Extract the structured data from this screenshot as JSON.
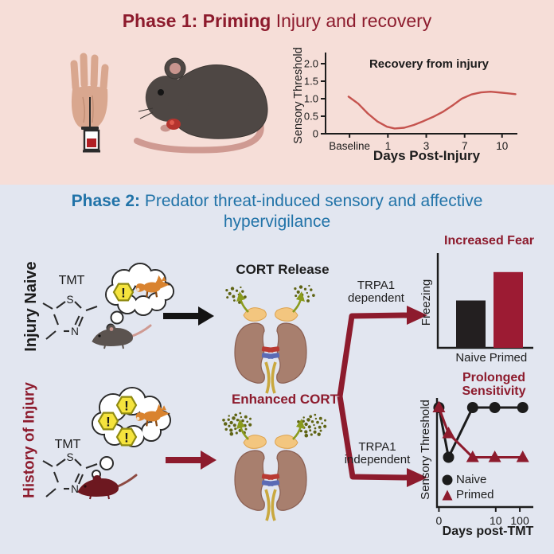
{
  "colors": {
    "phase1_bg": "#f6ded8",
    "phase2_bg": "#e2e6f0",
    "maroon": "#8d1b2d",
    "blue_title": "#2173a8",
    "black": "#1c1c1c",
    "recovery_line": "#c5534e",
    "naive_bar": "#231f20",
    "primed_bar": "#9c1b33",
    "warning_yellow": "#f5e33d",
    "fox_orange": "#d9832f",
    "kidney_brown": "#a87f6e",
    "adrenal_tan": "#f3c67f",
    "cort_particle_olive": "#5f6414"
  },
  "phase1": {
    "title_bold": "Phase 1: Priming",
    "title_rest": " Injury and recovery"
  },
  "phase2": {
    "title_bold": "Phase 2:",
    "title_rest": " Predator threat-induced sensory and affective hypervigilance",
    "row1": {
      "label": "Injury Naive",
      "tmt": "TMT",
      "cort": "CORT Release"
    },
    "row2": {
      "label": "History of Injury",
      "tmt": "TMT",
      "cort": "Enhanced CORT"
    },
    "pathway1": {
      "line1": "TRPA1",
      "line2": "dependent"
    },
    "pathway2": {
      "line1": "TRPA1",
      "line2": "independent"
    }
  },
  "molecule": {
    "atom_s": "S",
    "atom_n": "N"
  },
  "icons": {
    "warning_glyph": "!",
    "names": [
      "paw-injection-icon",
      "injured-mouse-icon",
      "tmt-molecule-icon",
      "thought-bubble-icon",
      "warning-sign-icon",
      "fox-icon",
      "mouse-icon",
      "kidneys-adrenal-icon",
      "cort-particles-icon",
      "arrow-icon",
      "fork-arrows-icon"
    ]
  },
  "chart_data": [
    {
      "type": "line",
      "title": "Recovery from injury",
      "ylabel": "Sensory Threshold",
      "xlabel": "Days Post-Injury",
      "yticks": [
        0,
        0.5,
        1.0,
        1.5,
        2.0
      ],
      "ytick_labels": [
        "0",
        "0.5",
        "1.0",
        "1.5",
        "2.0"
      ],
      "ylim": [
        0,
        2.2
      ],
      "xtick_labels": [
        "Baseline",
        "1",
        "3",
        "7",
        "10"
      ],
      "xtick_frac": [
        0.125,
        0.325,
        0.525,
        0.725,
        0.92
      ],
      "line_color": "#c5534e",
      "grid": false,
      "series": [
        {
          "name": "recovery",
          "x_frac": [
            0.12,
            0.17,
            0.22,
            0.27,
            0.32,
            0.36,
            0.41,
            0.46,
            0.51,
            0.56,
            0.61,
            0.66,
            0.71,
            0.76,
            0.81,
            0.86,
            0.92,
            0.99
          ],
          "y": [
            1.06,
            0.86,
            0.58,
            0.35,
            0.2,
            0.15,
            0.17,
            0.25,
            0.36,
            0.48,
            0.62,
            0.8,
            1.0,
            1.12,
            1.18,
            1.2,
            1.17,
            1.13
          ]
        }
      ]
    },
    {
      "type": "bar",
      "title": "Increased Fear",
      "ylabel": "Freezing",
      "categories": [
        "Naive",
        "Primed"
      ],
      "values": [
        0.5,
        0.8
      ],
      "bar_colors": [
        "#231f20",
        "#9c1b33"
      ],
      "ylim": [
        0,
        1
      ],
      "grid": false
    },
    {
      "type": "line",
      "title": "Prolonged Sensitivity",
      "ylabel": "Sensory Threshold",
      "xlabel": "Days post-TMT",
      "xtick_labels": [
        "0",
        "10",
        "100"
      ],
      "xtick_frac": [
        0.02,
        0.61,
        0.86
      ],
      "ylim": [
        0,
        1.13
      ],
      "grid": false,
      "legend_position": "inside-bottom-left",
      "series": [
        {
          "name": "Naive",
          "marker": "circle",
          "color": "#1c1c1c",
          "x_frac": [
            0.02,
            0.12,
            0.37,
            0.6,
            0.89
          ],
          "y": [
            1.0,
            0.5,
            1.0,
            1.0,
            1.0
          ]
        },
        {
          "name": "Primed",
          "marker": "triangle",
          "color": "#8d1b2d",
          "x_frac": [
            0.02,
            0.12,
            0.37,
            0.6,
            0.89
          ],
          "y": [
            1.0,
            0.74,
            0.5,
            0.5,
            0.5
          ]
        }
      ]
    }
  ]
}
